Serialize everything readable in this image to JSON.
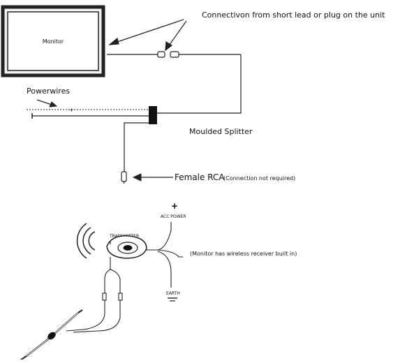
{
  "labels": {
    "monitor": "Monitor",
    "connection_note": "Connectivon from short lead or plug on the unit",
    "powerwires": "Powerwires",
    "plus": "+",
    "moulded_splitter": "Moulded Splitter",
    "female_rca": "Female RCA",
    "connection_not_required": "(Connection not required)",
    "acc_plus": "+",
    "acc_power": "ACC POWER",
    "transmitter": "TRANSMITTER",
    "wireless_note": "(Monitor has wireless receiver built in)",
    "earth": "EARTH"
  },
  "colors": {
    "line": "#222222",
    "fill_dark": "#111111",
    "monitor_frame": "#333333",
    "monitor_inner": "#ffffff"
  }
}
